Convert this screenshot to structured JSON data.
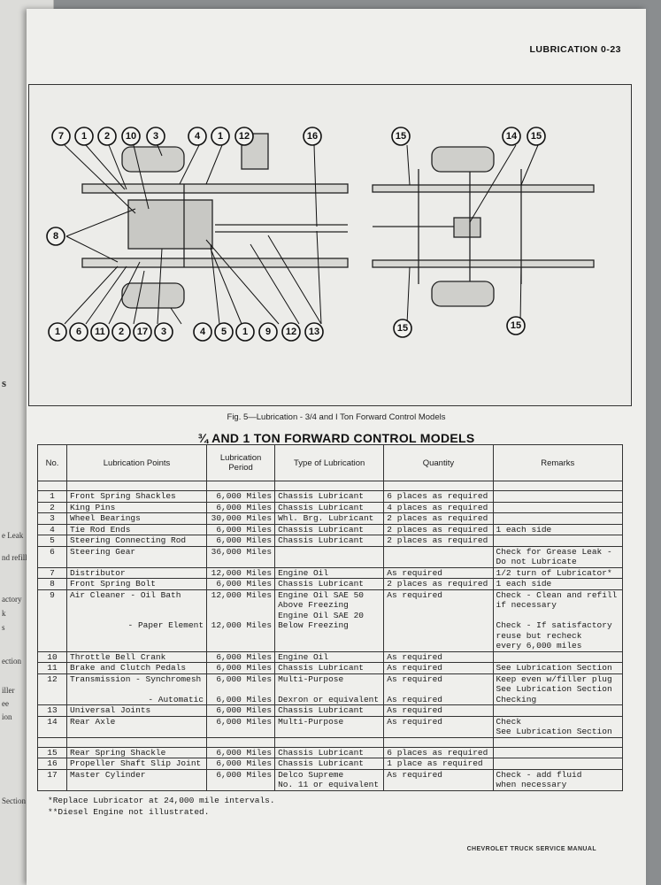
{
  "header": "LUBRICATION 0-23",
  "figure": {
    "caption": "Fig. 5—Lubrication - 3/4 and I Ton Forward Control Models",
    "callouts_top_left": [
      "7",
      "1",
      "2",
      "10",
      "3",
      "4",
      "1",
      "12"
    ],
    "callout_16": "16",
    "callout_8": "8",
    "callouts_bottom_left": [
      "1",
      "6",
      "11",
      "2",
      "17",
      "3",
      "4",
      "5",
      "1",
      "9",
      "12",
      "13"
    ],
    "callouts_right": [
      "15",
      "14",
      "15",
      "15",
      "15"
    ]
  },
  "table": {
    "title": "¾ AND 1 TON FORWARD CONTROL MODELS",
    "headers": [
      "No.",
      "Lubrication Points",
      "Lubrication Period",
      "Type of Lubrication",
      "Quantity",
      "Remarks"
    ],
    "rows": [
      {
        "no": "1",
        "point": "Front Spring Shackles",
        "period": "6,000 Miles",
        "type": "Chassis Lubricant",
        "qty": "6 places as required",
        "rem": ""
      },
      {
        "no": "2",
        "point": "King Pins",
        "period": "6,000 Miles",
        "type": "Chassis Lubricant",
        "qty": "4 places as required",
        "rem": ""
      },
      {
        "no": "3",
        "point": "Wheel Bearings",
        "period": "30,000 Miles",
        "type": "Whl. Brg. Lubricant",
        "qty": "2 places as required",
        "rem": ""
      },
      {
        "no": "4",
        "point": "Tie Rod Ends",
        "period": "6,000 Miles",
        "type": "Chassis Lubricant",
        "qty": "2 places as required",
        "rem": "1 each side"
      },
      {
        "no": "5",
        "point": "Steering Connecting Rod",
        "period": "6,000 Miles",
        "type": "Chassis Lubricant",
        "qty": "2 places as required",
        "rem": ""
      },
      {
        "no": "6",
        "point": "Steering Gear",
        "period": "36,000 Miles",
        "type": "",
        "qty": "",
        "rem": "Check for Grease Leak -",
        "rem2": "Do not Lubricate"
      },
      {
        "no": "7",
        "point": "Distributor",
        "period": "12,000 Miles",
        "type": "Engine Oil",
        "qty": "As required",
        "rem": "1/2 turn of Lubricator*"
      },
      {
        "no": "8",
        "point": "Front Spring Bolt",
        "period": "6,000 Miles",
        "type": "Chassis Lubricant",
        "qty": "2 places as required",
        "rem": "1 each side"
      },
      {
        "no": "9",
        "point": "Air Cleaner - Oil Bath",
        "period": "12,000 Miles",
        "type": "Engine Oil SAE 50",
        "type2": "Above Freezing",
        "type3": "Engine Oil SAE 20",
        "type4": "Below Freezing",
        "qty": "As required",
        "rem": "Check - Clean and refill",
        "rem2": "if necessary",
        "rem3": "Check - If satisfactory",
        "rem4": "reuse but recheck",
        "rem5": "every 6,000 miles",
        "point2": "- Paper Element",
        "period2": "12,000 Miles"
      },
      {
        "no": "10",
        "point": "Throttle Bell Crank",
        "period": "6,000 Miles",
        "type": "Engine Oil",
        "qty": "As required",
        "rem": ""
      },
      {
        "no": "11",
        "point": "Brake and Clutch Pedals",
        "period": "6,000 Miles",
        "type": "Chassis Lubricant",
        "qty": "As required",
        "rem": "See Lubrication Section"
      },
      {
        "no": "12",
        "point": "Transmission - Synchromesh",
        "period": "6,000 Miles",
        "type": "Multi-Purpose",
        "qty": "As required",
        "rem": "Keep even w/filler plug",
        "rem2": "See Lubrication Section",
        "point2": "- Automatic",
        "period2": "6,000 Miles",
        "type2": "Dexron or equivalent",
        "qty2": "As required",
        "rem3": "Checking"
      },
      {
        "no": "13",
        "point": "Universal Joints",
        "period": "6,000 Miles",
        "type": "Chassis Lubricant",
        "qty": "As required",
        "rem": ""
      },
      {
        "no": "14",
        "point": "Rear Axle",
        "period": "6,000 Miles",
        "type": "Multi-Purpose",
        "qty": "As required",
        "rem": "Check",
        "rem2": "See Lubrication Section"
      },
      {
        "no": "15",
        "point": "Rear Spring Shackle",
        "period": "6,000 Miles",
        "type": "Chassis Lubricant",
        "qty": "6 places as required",
        "rem": ""
      },
      {
        "no": "16",
        "point": "Propeller Shaft Slip Joint",
        "period": "6,000 Miles",
        "type": "Chassis Lubricant",
        "qty": "1 place as required",
        "rem": ""
      },
      {
        "no": "17",
        "point": "Master Cylinder",
        "period": "6,000 Miles",
        "type": "Delco Supreme",
        "type2": "No. 11 or equivalent",
        "qty": "As required",
        "rem": "Check - add fluid",
        "rem2": "when necessary"
      }
    ]
  },
  "footnotes": [
    "*Replace Lubricator at 24,000 mile intervals.",
    "**Diesel Engine not illustrated."
  ],
  "footer": "CHEVROLET TRUCK SERVICE MANUAL",
  "underlying_page_fragments": [
    "s",
    "e Leak",
    "nd refill",
    "actory",
    "k",
    "s",
    "ection",
    "iller",
    "ee",
    "ion",
    "Section"
  ]
}
